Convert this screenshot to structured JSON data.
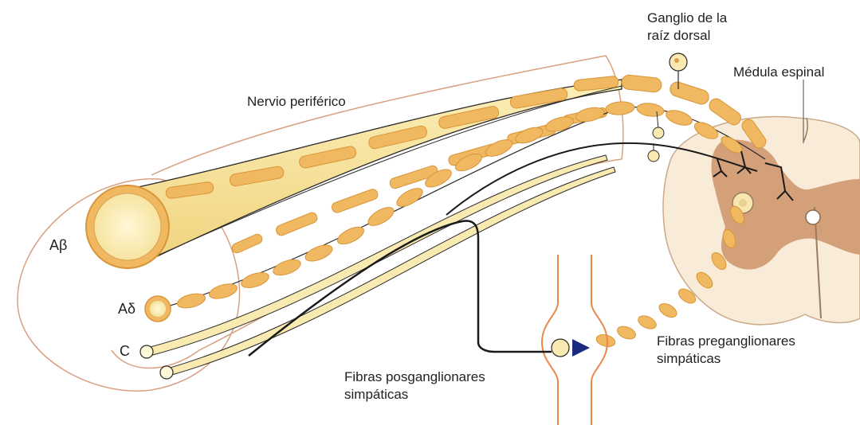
{
  "labels": {
    "ganglion_line1": "Ganglio de la",
    "ganglion_line2": "raíz dorsal",
    "spinal_cord": "Médula espinal",
    "peripheral_nerve": "Nervio periférico",
    "fiber_abeta": "Aβ",
    "fiber_adelta": "Aδ",
    "fiber_c": "C",
    "pregang_line1": "Fibras preganglionares",
    "pregang_line2": "simpáticas",
    "postgang_line1": "Fibras posganglionares",
    "postgang_line2": "simpáticas"
  },
  "colors": {
    "myelin": "#f0b860",
    "myelin_stroke": "#d9953a",
    "axon_fill": "#f8eab0",
    "nerve_outline": "#d9a080",
    "grey_matter": "#d4a07a",
    "white_matter": "#f8ecd8",
    "sympathetic_chain": "#e8884a",
    "synapse_marker": "#1a2a80",
    "nerve_fiber_line": "#1a1a1a"
  }
}
